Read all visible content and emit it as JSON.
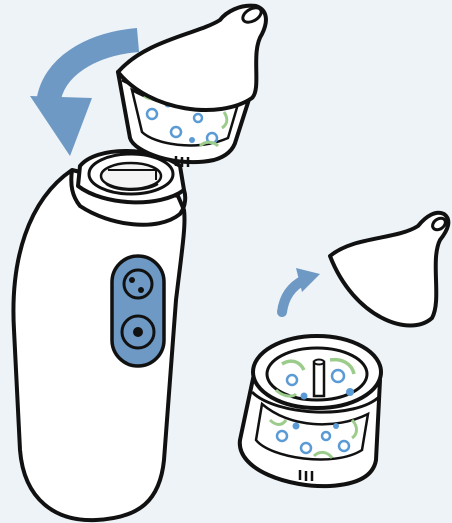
{
  "illustration": {
    "subject": "nasal-aspirator-assembly",
    "colors": {
      "background": "#eef3f7",
      "outline": "#111111",
      "body_fill": "#ffffff",
      "button_panel": "#6d99c4",
      "button_dot": "#1a1a1a",
      "arrow": "#6d99c4",
      "filter_blue": "#5b9bd5",
      "filter_green": "#9ccc8c"
    },
    "parts": [
      {
        "name": "aspirator-body",
        "icon": "device-body"
      },
      {
        "name": "control-buttons",
        "icon": "button-panel",
        "button_count": 2
      },
      {
        "name": "tip-with-filter-chamber",
        "icon": "nozzle-tip"
      },
      {
        "name": "separated-tip",
        "icon": "nozzle-tip"
      },
      {
        "name": "separated-filter-chamber",
        "icon": "filter-cup"
      }
    ],
    "arrows": [
      {
        "name": "attach-arrow",
        "direction": "curved-down"
      },
      {
        "name": "detach-arrow",
        "direction": "curved-up"
      }
    ]
  }
}
